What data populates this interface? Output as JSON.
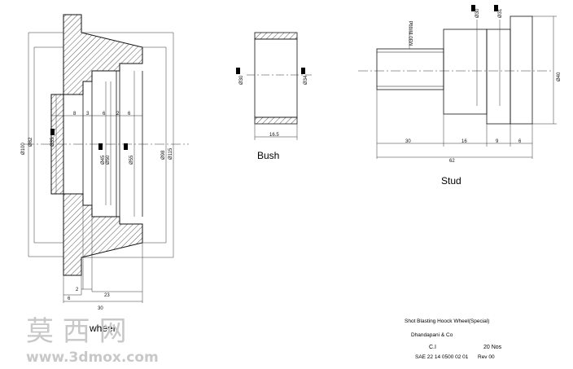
{
  "wheel": {
    "title": "wheel",
    "dims": {
      "d100": "Ø100",
      "d82": "Ø82",
      "d35": "Ø35",
      "d45": "Ø45",
      "d50": "Ø50",
      "d55": "Ø55",
      "d98": "Ø98",
      "d115": "Ø115",
      "s8": "8",
      "s3": "3",
      "s6": "6",
      "s2": "2",
      "s6b": "6",
      "b2": "2",
      "b6": "6",
      "b23": "23",
      "b30": "30"
    }
  },
  "bush": {
    "title": "Bush",
    "dims": {
      "d30": "Ø30",
      "d34": "Ø34",
      "len": "16.5"
    }
  },
  "stud": {
    "title": "Stud",
    "dims": {
      "thread": "M30 thread",
      "d30": "Ø30",
      "d31": "Ø31",
      "d40": "Ø40",
      "l30": "30",
      "l16": "16",
      "l9": "9",
      "l6": "6",
      "l62": "62"
    }
  },
  "title_block": {
    "description": "Shot Blasting Hoock Wheel(Special)",
    "company": "Dhandapani & Co",
    "material": "C.I",
    "quantity": "20 Nos",
    "drawing_no": "SAE 22 14 0500 02 01",
    "revision": "Rev 00"
  },
  "watermark": {
    "cn": "莫 西 网",
    "url": "www.3dmox.com"
  }
}
